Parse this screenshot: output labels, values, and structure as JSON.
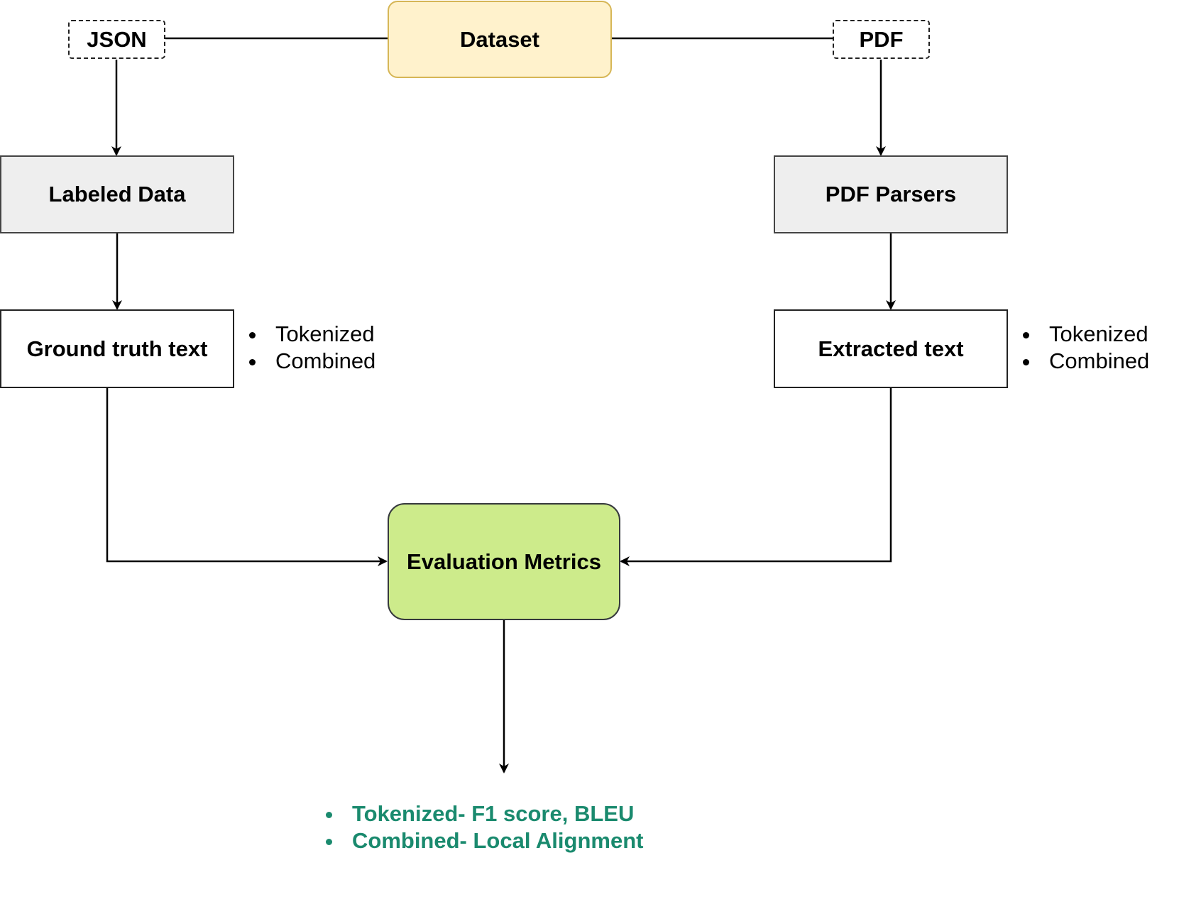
{
  "nodes": {
    "json": "JSON",
    "dataset": "Dataset",
    "pdf": "PDF",
    "labeled_data": "Labeled Data",
    "pdf_parsers": "PDF Parsers",
    "ground_truth": "Ground truth text",
    "extracted": "Extracted text",
    "evaluation": "Evaluation Metrics"
  },
  "left_notes": [
    "Tokenized",
    "Combined"
  ],
  "right_notes": [
    "Tokenized",
    "Combined"
  ],
  "results": [
    "Tokenized- F1 score, BLEU",
    "Combined- Local Alignment"
  ],
  "colors": {
    "dataset_fill": "#fff2cc",
    "dataset_border": "#d6b656",
    "process_fill": "#eeeeee",
    "metrics_fill": "#cdeb8b",
    "result_text": "#1a8a6e",
    "line": "#000000"
  }
}
